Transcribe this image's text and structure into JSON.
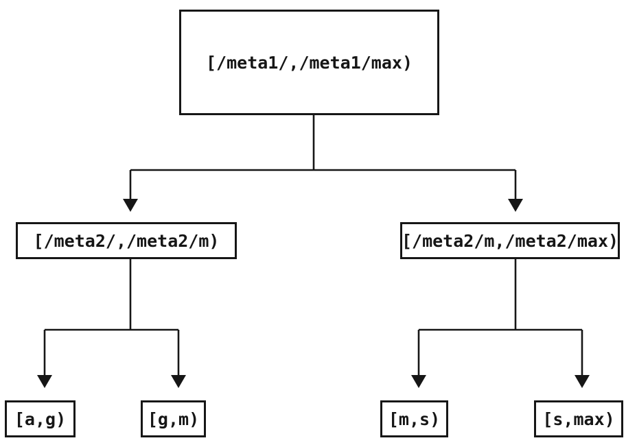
{
  "diagram": {
    "type": "binary-interval-tree",
    "colors": {
      "background": "#ffffff",
      "line": "#161616"
    },
    "nodes": {
      "root": {
        "label": "[/meta1/,/meta1/max)"
      },
      "left": {
        "label": "[/meta2/,/meta2/m)"
      },
      "right": {
        "label": "[/meta2/m,/meta2/max)"
      },
      "leaf_ag": {
        "label": "[a,g)"
      },
      "leaf_gm": {
        "label": "[g,m)"
      },
      "leaf_ms": {
        "label": "[m,s)"
      },
      "leaf_smax": {
        "label": "[s,max)"
      }
    },
    "edges": [
      {
        "from": "root",
        "to": "left"
      },
      {
        "from": "root",
        "to": "right"
      },
      {
        "from": "left",
        "to": "leaf_ag"
      },
      {
        "from": "left",
        "to": "leaf_gm"
      },
      {
        "from": "right",
        "to": "leaf_ms"
      },
      {
        "from": "right",
        "to": "leaf_smax"
      }
    ]
  }
}
